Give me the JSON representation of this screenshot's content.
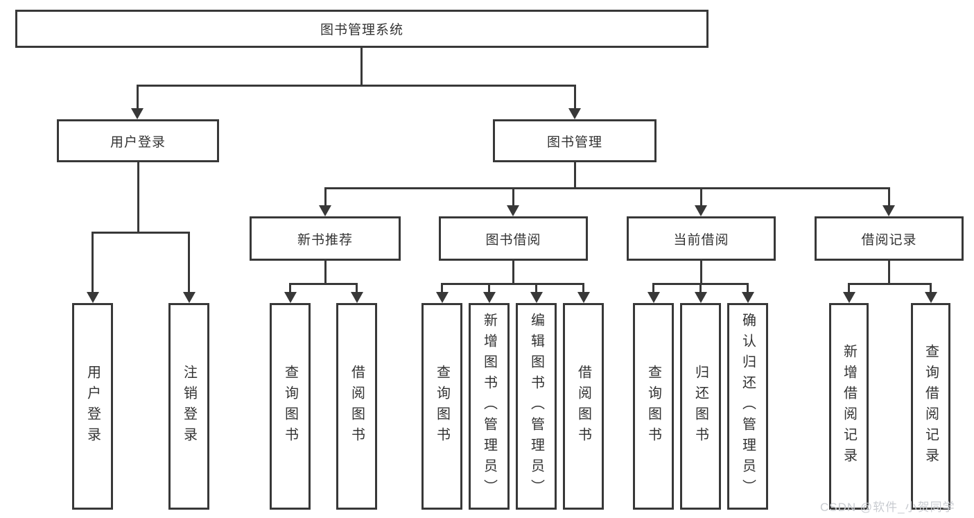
{
  "nodes": {
    "root": {
      "label": "图书管理系统"
    },
    "userLogin": {
      "label": "用户登录"
    },
    "bookMgmt": {
      "label": "图书管理"
    },
    "userLoginLeaf": {
      "label": "用户登录"
    },
    "logoutLeaf": {
      "label": "注销登录"
    },
    "newBookRec": {
      "label": "新书推荐"
    },
    "bookBorrow": {
      "label": "图书借阅"
    },
    "currentBorrow": {
      "label": "当前借阅"
    },
    "borrowRecord": {
      "label": "借阅记录"
    },
    "nbQueryBook": {
      "label": "查询图书"
    },
    "nbBorrowBook": {
      "label": "借阅图书"
    },
    "bbQueryBook": {
      "label": "查询图书"
    },
    "bbAddBook": {
      "label": "新增图书（管理员）"
    },
    "bbEditBook": {
      "label": "编辑图书（管理员）"
    },
    "bbBorrowBook": {
      "label": "借阅图书"
    },
    "cbQueryBook": {
      "label": "查询图书"
    },
    "cbReturnBook": {
      "label": "归还图书"
    },
    "cbConfirmReturn": {
      "label": "确认归还（管理员）"
    },
    "brAddRecord": {
      "label": "新增借阅记录"
    },
    "brQueryRecord": {
      "label": "查询借阅记录"
    }
  },
  "watermark": {
    "text": "CSDN @软件_小贺同学"
  },
  "colors": {
    "line": "#383838",
    "text": "#333333",
    "background": "#ffffff",
    "watermark": "#c9ccd1"
  }
}
